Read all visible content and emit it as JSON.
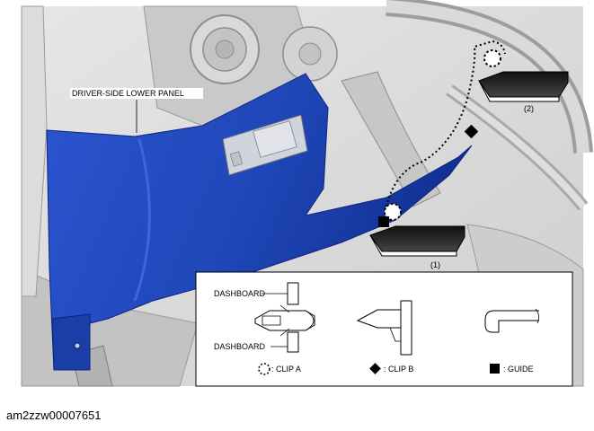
{
  "labels": {
    "panel": "DRIVER-SIDE LOWER PANEL",
    "step1": "(1)",
    "step2": "(2)"
  },
  "legend": {
    "dashboard_top": "DASHBOARD",
    "dashboard_bottom": "DASHBOARD",
    "clip_a": ": CLIP A",
    "clip_b": ": CLIP B",
    "guide": ": GUIDE"
  },
  "document_id": "am2zzw00007651",
  "colors": {
    "panel_blue": "#1f47b8",
    "panel_dark": "#0f2a8a",
    "background_gray": "#d8d8d8"
  }
}
